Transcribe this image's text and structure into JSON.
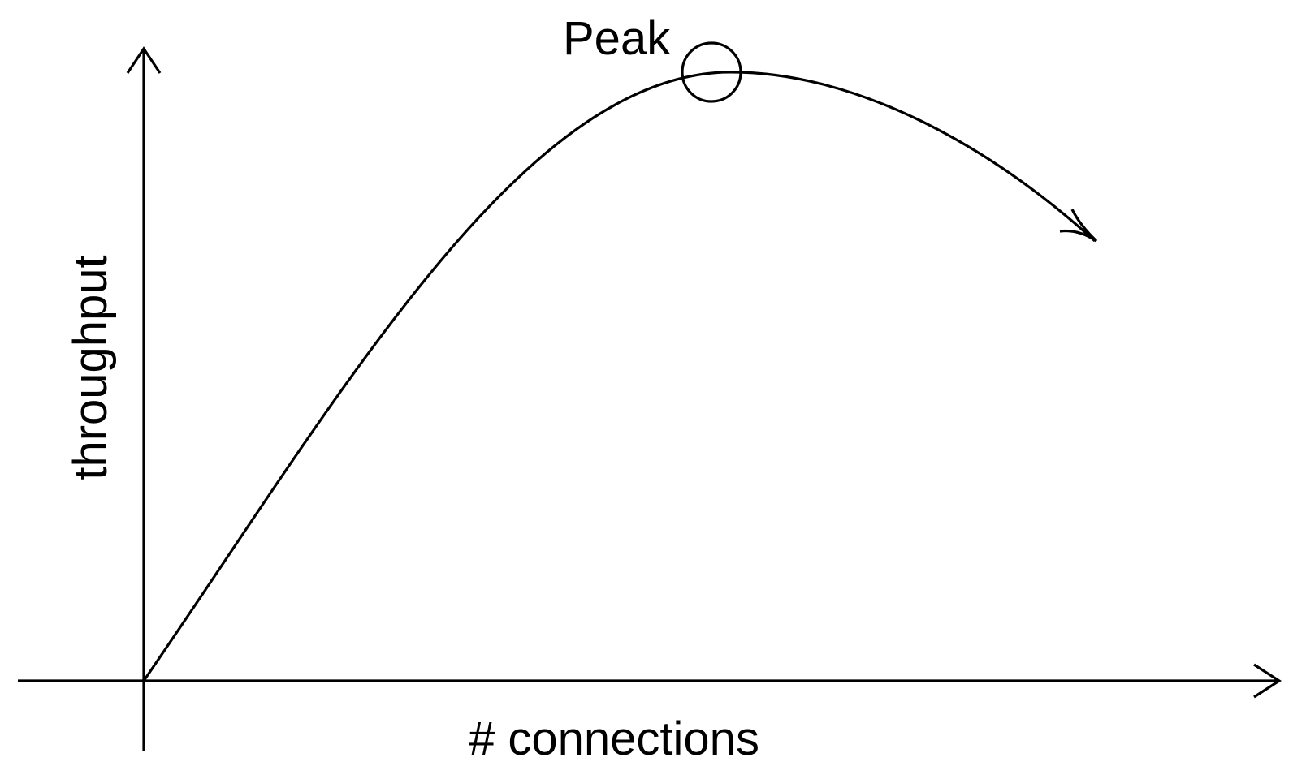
{
  "diagram": {
    "x_axis_label": "# connections",
    "y_axis_label": "throughput",
    "peak_label": "Peak",
    "stroke_color": "#000000",
    "background_color": "#ffffff"
  }
}
